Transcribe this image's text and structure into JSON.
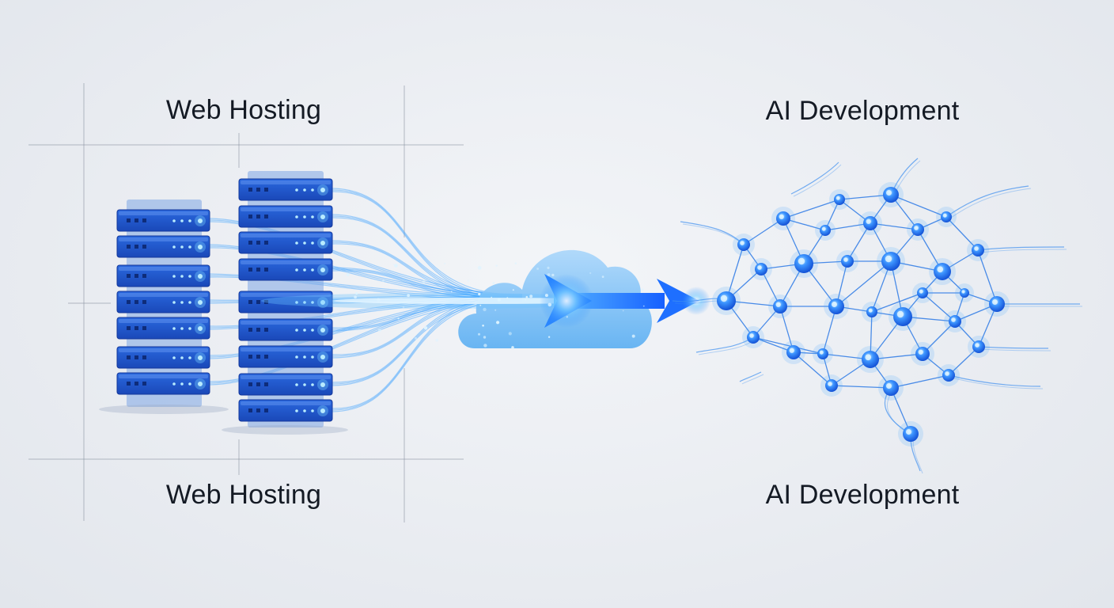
{
  "labels": {
    "web_hosting_top": "Web Hosting",
    "web_hosting_bottom": "Web Hosting",
    "ai_dev_top": "AI Development",
    "ai_dev_bottom": "AI Development"
  },
  "colors": {
    "server_blue": "#1f55c8",
    "server_dark": "#163c96",
    "led": "#9fe6ff",
    "stream": "#3aa0ff",
    "cloud": "#5cb2f5",
    "arrow": "#1e6fff",
    "node": "#1f7bff",
    "line": "#2d7ae6"
  },
  "icons": {
    "servers": "server-rack-icon",
    "cloud": "cloud-icon",
    "arrow": "arrow-right-icon",
    "network": "neural-network-brain-icon"
  }
}
